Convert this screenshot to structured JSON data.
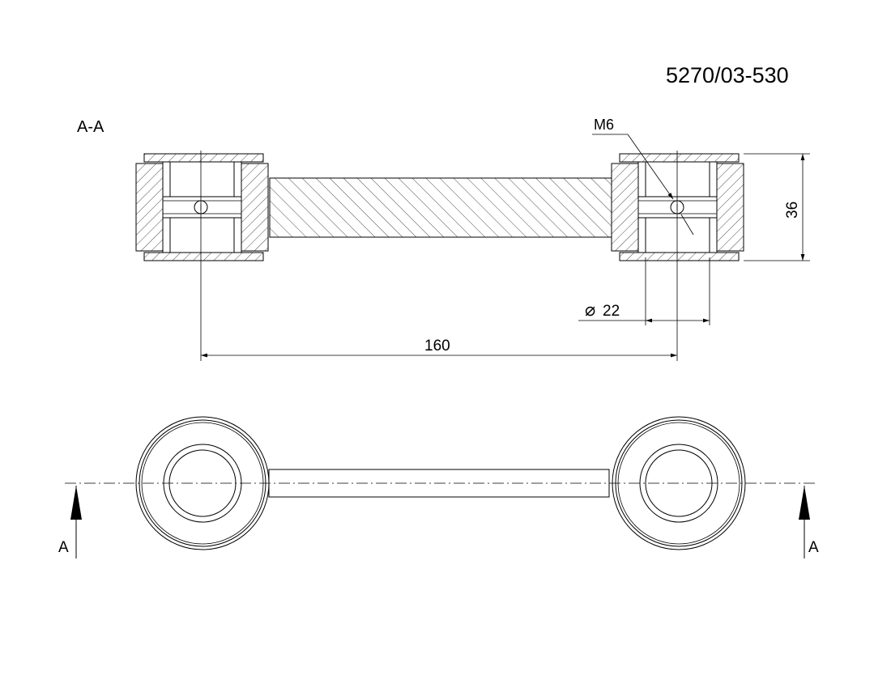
{
  "drawing": {
    "part_number": "5270/03-530",
    "section_label": "A-A",
    "thread_callout": "M6",
    "dimension_height": "36",
    "dimension_diameter": "22",
    "diameter_symbol": "⌀",
    "dimension_length": "160",
    "cut_marker_left": "A",
    "cut_marker_right": "A"
  }
}
